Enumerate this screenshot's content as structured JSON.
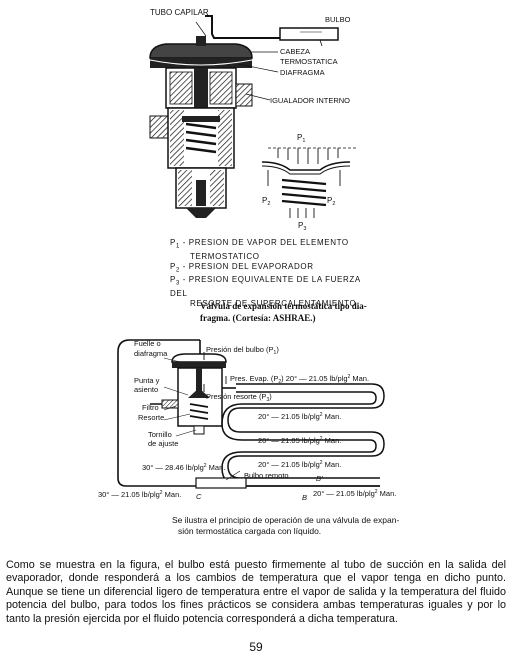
{
  "figure1": {
    "labels": {
      "tubo_capilar": "TUBO CAPILAR",
      "bulbo": "BULBO",
      "cabeza": "CABEZA",
      "termostatica": "TERMOSTATICA",
      "diafragma": "DIAFRAGMA",
      "igualador": "IGUALADOR INTERNO",
      "p1": "P",
      "p1_sub": "1",
      "p2": "P",
      "p2_sub": "2",
      "p3": "P",
      "p3_sub": "3"
    },
    "legend": [
      {
        "sym": "P",
        "sub": "1",
        "text": " - PRESION DE VAPOR DEL ELEMENTO"
      },
      {
        "sym": "",
        "sub": "",
        "text": "TERMOSTATICO"
      },
      {
        "sym": "P",
        "sub": "2",
        "text": " - PRESION DEL EVAPORADOR"
      },
      {
        "sym": "P",
        "sub": "3",
        "text": " - PRESION EQUIVALENTE DE LA FUERZA DEL"
      },
      {
        "sym": "",
        "sub": "",
        "text": "RESORTE DE SUPERCALENTAMIENTO"
      }
    ],
    "caption_line1": "Válvula de expansión termostática tipo dia-",
    "caption_line2": "fragma. (Cortesía: ASHRAE.)"
  },
  "figure2": {
    "labels": {
      "fuelle": "Fuelle o",
      "diafragma": "diafragma",
      "punta": "Punta y",
      "asiento": "asiento",
      "filtro": "Filtro",
      "resorte": "Resorte",
      "tornillo": "Tornillo",
      "de_ajuste": "de ajuste",
      "presion_bulbo": "Presión del bulbo (P",
      "presion_bulbo_sub": "1",
      "pres_evap": "Pres. Evap. (P",
      "pres_evap_sub": "2",
      "pres_evap_value": ") 20° — 21.05 lb/plg",
      "pres_evap_unit": " Man.",
      "presion_resorte": "Presión resorte (P",
      "presion_resorte_sub": "3",
      "row1": "20° — 21.05 lb/plg",
      "row2": "20° — 21.05 lb/plg",
      "row3": "20° — 21.05 lb/plg",
      "left_value": "30° — 28.46 lb/plg",
      "bulbo_remoto": "Bulbo remoto",
      "bottom_left": "30° — 21.05 lb/plg",
      "bottom_right": "20° — 21.05 lb/plg",
      "man": " Man.",
      "sq": "2",
      "point_c": "C",
      "point_b": "B",
      "point_b2": "B'"
    },
    "caption_line1": "Se ilustra el principio de operación de una válvula de expan-",
    "caption_line2": "sión termostática cargada con líquido."
  },
  "body_paragraph": "Como se muestra en la figura, el bulbo está puesto firmemente al tubo de succión en la salida del evaporador, donde responderá a los cambios de temperatura que el vapor tenga en dicho punto. Aunque se tiene un diferencial ligero de temperatura entre el vapor de salida y la temperatura del fluido potencia del bulbo, para todos los fines prácticos se considera ambas temperaturas iguales y por lo tanto la presión ejercida por el fluido potencia corresponderá a dicha temperatura.",
  "page_number": "59"
}
